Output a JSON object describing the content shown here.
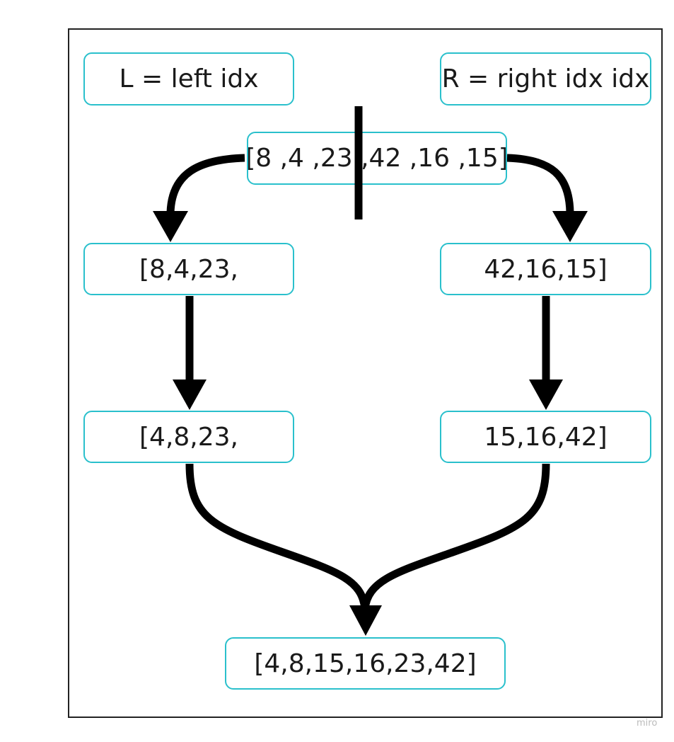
{
  "nodes": {
    "left_label": "L = left idx",
    "right_label": "R = right idx idx",
    "source_array": "[8 ,4 ,23 ,42 ,16 ,15]",
    "left_half": "[8,4,23,",
    "right_half": "42,16,15]",
    "left_sorted": "[4,8,23,",
    "right_sorted": "15,16,42]",
    "merged": "[4,8,15,16,23,42]"
  },
  "watermark": "miro",
  "colors": {
    "node_border": "#2ac0cc",
    "arrow": "#000000",
    "frame": "#222222"
  }
}
